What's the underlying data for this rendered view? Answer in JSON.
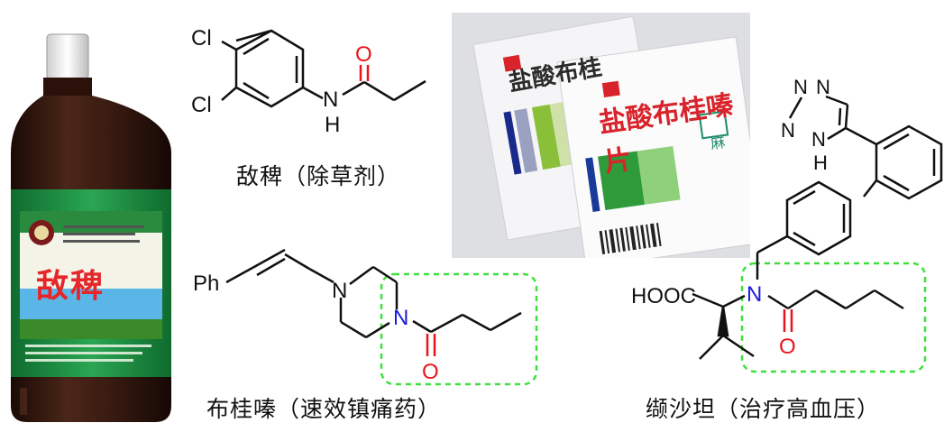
{
  "bottle": {
    "label_text": "敌稗"
  },
  "molecules": {
    "propanil": {
      "atoms": {
        "cl_top": "Cl",
        "cl_bottom": "Cl",
        "n": "N",
        "h": "H",
        "o": "O"
      },
      "caption": "敌稗（除草剂）"
    },
    "bucinnazine": {
      "atoms": {
        "ph": "Ph",
        "n_left": "N",
        "n_right": "N",
        "o": "O"
      },
      "caption": "布桂嗪（速效镇痛药）"
    },
    "valsartan": {
      "atoms": {
        "n1": "N",
        "n2": "N",
        "n3": "N",
        "n4": "N",
        "h": "H",
        "cooh": "HOOC",
        "n_amide": "N",
        "o": "O"
      },
      "caption": "缬沙坦（治疗高血压）"
    }
  },
  "package": {
    "back_text": "盐酸布桂",
    "front_text": "盐酸布桂嗪片",
    "badge_text": "麻"
  },
  "colors": {
    "red_atom": "#e8141b",
    "blue_atom": "#1a1adf",
    "highlight_box": "#3ee03e",
    "bottle_green": "#1f9a46",
    "bottle_brown": "#3b1c12"
  }
}
